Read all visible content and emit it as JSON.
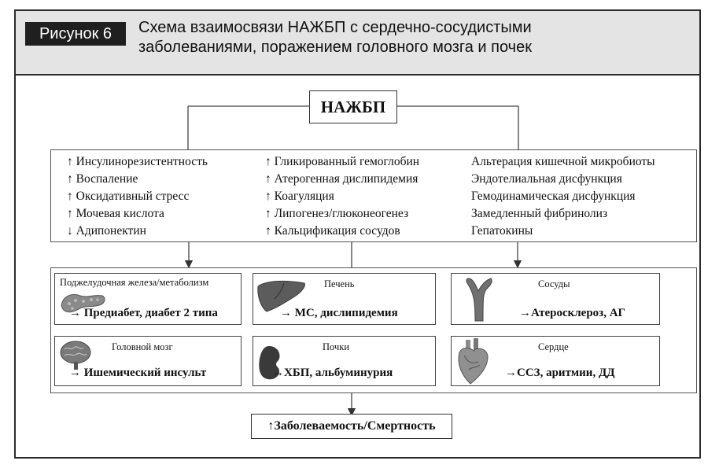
{
  "figure": {
    "label": "Рисунок 6",
    "title_line1": "Схема взаимосвязи НАЖБП с сердечно-сосудистыми",
    "title_line2": "заболеваниями, поражением головного мозга и почек"
  },
  "root": {
    "label": "НАЖБП"
  },
  "factors": {
    "col1": [
      "↑ Инсулинорезистентность",
      "↑ Воспаление",
      "↑ Оксидативный стресс",
      "↑ Мочевая кислота",
      "↓ Адипонектин"
    ],
    "col2": [
      "↑ Гликированный гемоглобин",
      "↑ Атерогенная дислипидемия",
      "↑ Коагуляция",
      "↑ Липогенез/глюконеогенез",
      "↑ Кальцификация сосудов"
    ],
    "col3": [
      "Альтерация кишечной микробиоты",
      "Эндотелиальная дисфункция",
      "Гемодинамическая дисфункция",
      "Замедленный фибринолиз",
      "Гепатокины"
    ]
  },
  "organs": [
    {
      "name": "Поджелудочная железа/метаболизм",
      "outcome": "→ Предиабет, диабет 2 типа",
      "icon": "pancreas-icon"
    },
    {
      "name": "Печень",
      "outcome": "→ МС, дислипидемия",
      "icon": "liver-icon"
    },
    {
      "name": "Сосуды",
      "outcome": "→Атеросклероз, АГ",
      "icon": "vessel-icon"
    },
    {
      "name": "Головной мозг",
      "outcome": "→ Ишемический инсульт",
      "icon": "brain-icon"
    },
    {
      "name": "Почки",
      "outcome": "→ХБП, альбуминурия",
      "icon": "kidney-icon"
    },
    {
      "name": "Сердце",
      "outcome": "→ССЗ, аритмии, ДД",
      "icon": "heart-icon"
    }
  ],
  "outcome": {
    "label": "↑Заболеваемость/Смертность"
  },
  "colors": {
    "header_bg": "#e4e4e4",
    "badge_bg": "#1f1f1f",
    "icon_fill": "#6e6e6e"
  }
}
